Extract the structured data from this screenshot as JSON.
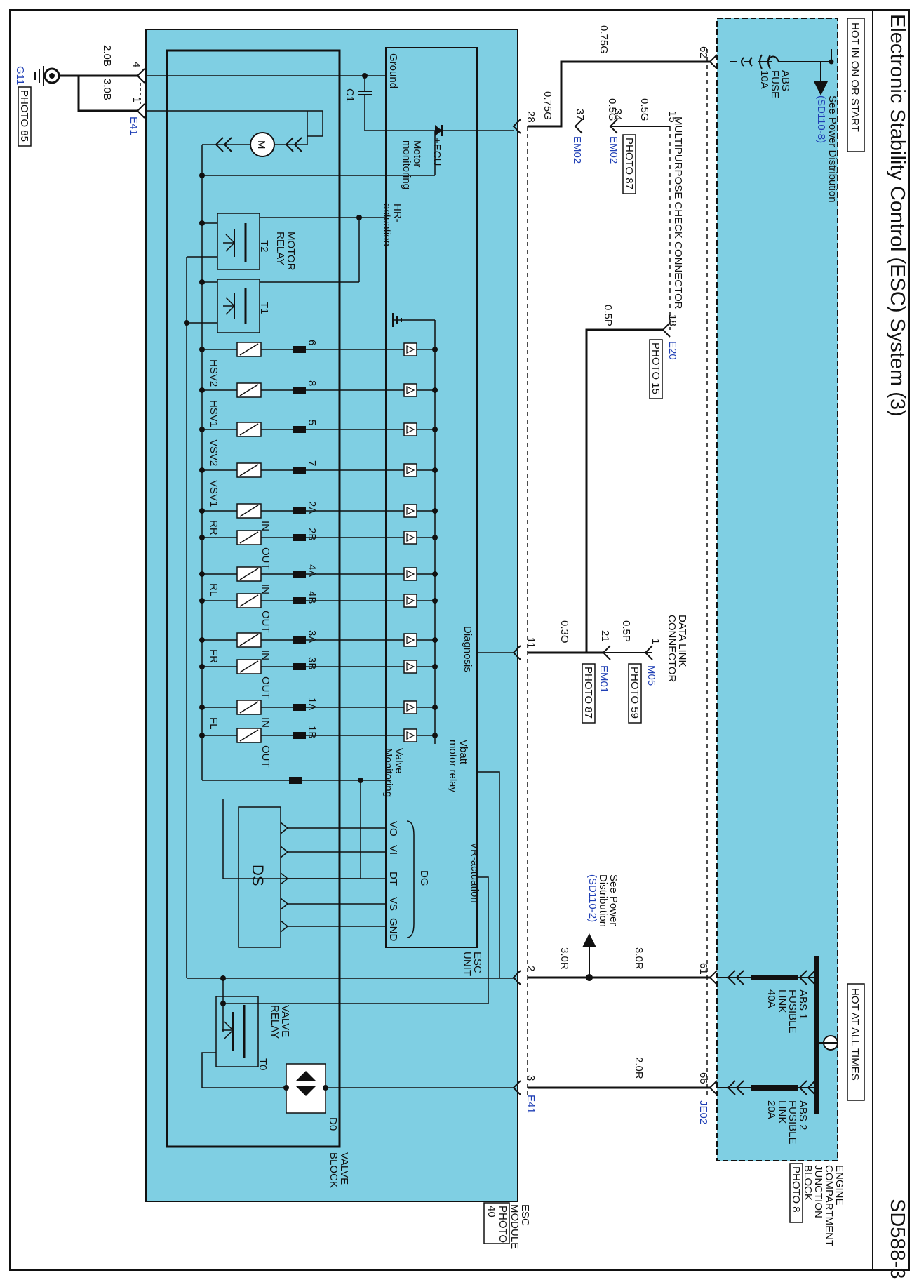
{
  "title": "Electronic Stability Control (ESC) System (3)",
  "page_code": "SD588-3",
  "junction_block": {
    "hot_on_start": "HOT IN ON OR START",
    "hot_all_times": "HOT AT ALL TIMES",
    "see_power": "See Power Distribution",
    "see_power_ref": "(SD110-8)",
    "abs_fuse": [
      "ABS",
      "FUSE",
      "10A"
    ],
    "abs1_link": [
      "ABS 1",
      "FUSIBLE",
      "LINK",
      "40A"
    ],
    "abs2_link": [
      "ABS 2",
      "FUSIBLE",
      "LINK",
      "20A"
    ],
    "block_label": [
      "ENGINE",
      "COMPARTMENT",
      "JUNCTION",
      "BLOCK"
    ],
    "block_photo": "PHOTO 8",
    "pins": {
      "p62": "62",
      "p61": "61",
      "p66": "66"
    },
    "connector": "JE02"
  },
  "wires": {
    "w075g_top": "0.75G",
    "w075g_em02": "0.75G",
    "w05g_34": "0.5G",
    "w05g_15": "0.5G",
    "w05p_18": "0.5P",
    "w05p_1": "0.5P",
    "w03o": "0.3O",
    "w30r_a": "3.0R",
    "w30r_b": "3.0R",
    "w20r": "2.0R",
    "w20b": "2.0B",
    "w30b": "3.0B"
  },
  "connectors": {
    "em02": "EM02",
    "em02_photo": "PHOTO 87",
    "em01": "EM01",
    "em01_photo": "PHOTO 87",
    "e20": "E20",
    "e20_photo": "PHOTO 15",
    "m05": "M05",
    "m05_photo": "PHOTO 59",
    "e41_top": "E41",
    "e41_bottom": "E41",
    "g11": "G11",
    "g11_photo": "PHOTO 85",
    "pins": {
      "p28": "28",
      "p37": "37",
      "p34": "34",
      "p15": "15",
      "p18": "18",
      "p1m": "1",
      "p21": "21",
      "p11": "11",
      "p2": "2",
      "p3": "3",
      "p4": "4",
      "p1g": "1"
    }
  },
  "multipurpose": "MULTIPURPOSE CHECK CONNECTOR",
  "data_link": [
    "DATA LINK",
    "CONNECTOR"
  ],
  "see_power2": [
    "See Power",
    "Distribution",
    "(SD110-2)"
  ],
  "esc_unit": {
    "ground": "Ground",
    "c1": "C1",
    "ecu": "+ECU",
    "motor_mon": [
      "Motor",
      "monitoring"
    ],
    "hr_act": [
      "HR-",
      "actuation"
    ],
    "diagnosis": "Diagnosis",
    "vbatt": [
      "Vbatt",
      "motor relay"
    ],
    "vr_act": "VR-actuation",
    "valve_mon": [
      "Valve",
      "Monitoring"
    ],
    "dg": "DG",
    "dg_pins": [
      "VO",
      "VI",
      "DT",
      "VS",
      "GND"
    ],
    "unit_label": [
      "ESC",
      "UNIT"
    ]
  },
  "valve_block": {
    "motor": "M",
    "motor_relay": [
      "MOTOR",
      "RELAY"
    ],
    "t2": "T2",
    "t1": "T1",
    "valve_relay": [
      "VALVE",
      "RELAY"
    ],
    "t0": "T0",
    "d0": "D0",
    "ds": "DS",
    "block_label": [
      "VALVE",
      "BLOCK"
    ],
    "valves": [
      {
        "pin": "6",
        "name": "HSV2"
      },
      {
        "pin": "8",
        "name": "HSV1"
      },
      {
        "pin": "5",
        "name": "VSV2"
      },
      {
        "pin": "7",
        "name": "VSV1"
      },
      {
        "pin": "2A",
        "name": "IN"
      },
      {
        "pin": "2B",
        "name": "OUT"
      },
      {
        "pin": "4A",
        "name": "IN"
      },
      {
        "pin": "4B",
        "name": "OUT"
      },
      {
        "pin": "3A",
        "name": "IN"
      },
      {
        "pin": "3B",
        "name": "OUT"
      },
      {
        "pin": "1A",
        "name": "IN"
      },
      {
        "pin": "1B",
        "name": "OUT"
      }
    ],
    "wheels": [
      "RR",
      "RL",
      "FR",
      "FL"
    ]
  },
  "module_label": [
    "ESC",
    "MODULE"
  ],
  "module_photo": [
    "PHOTO",
    "40"
  ]
}
